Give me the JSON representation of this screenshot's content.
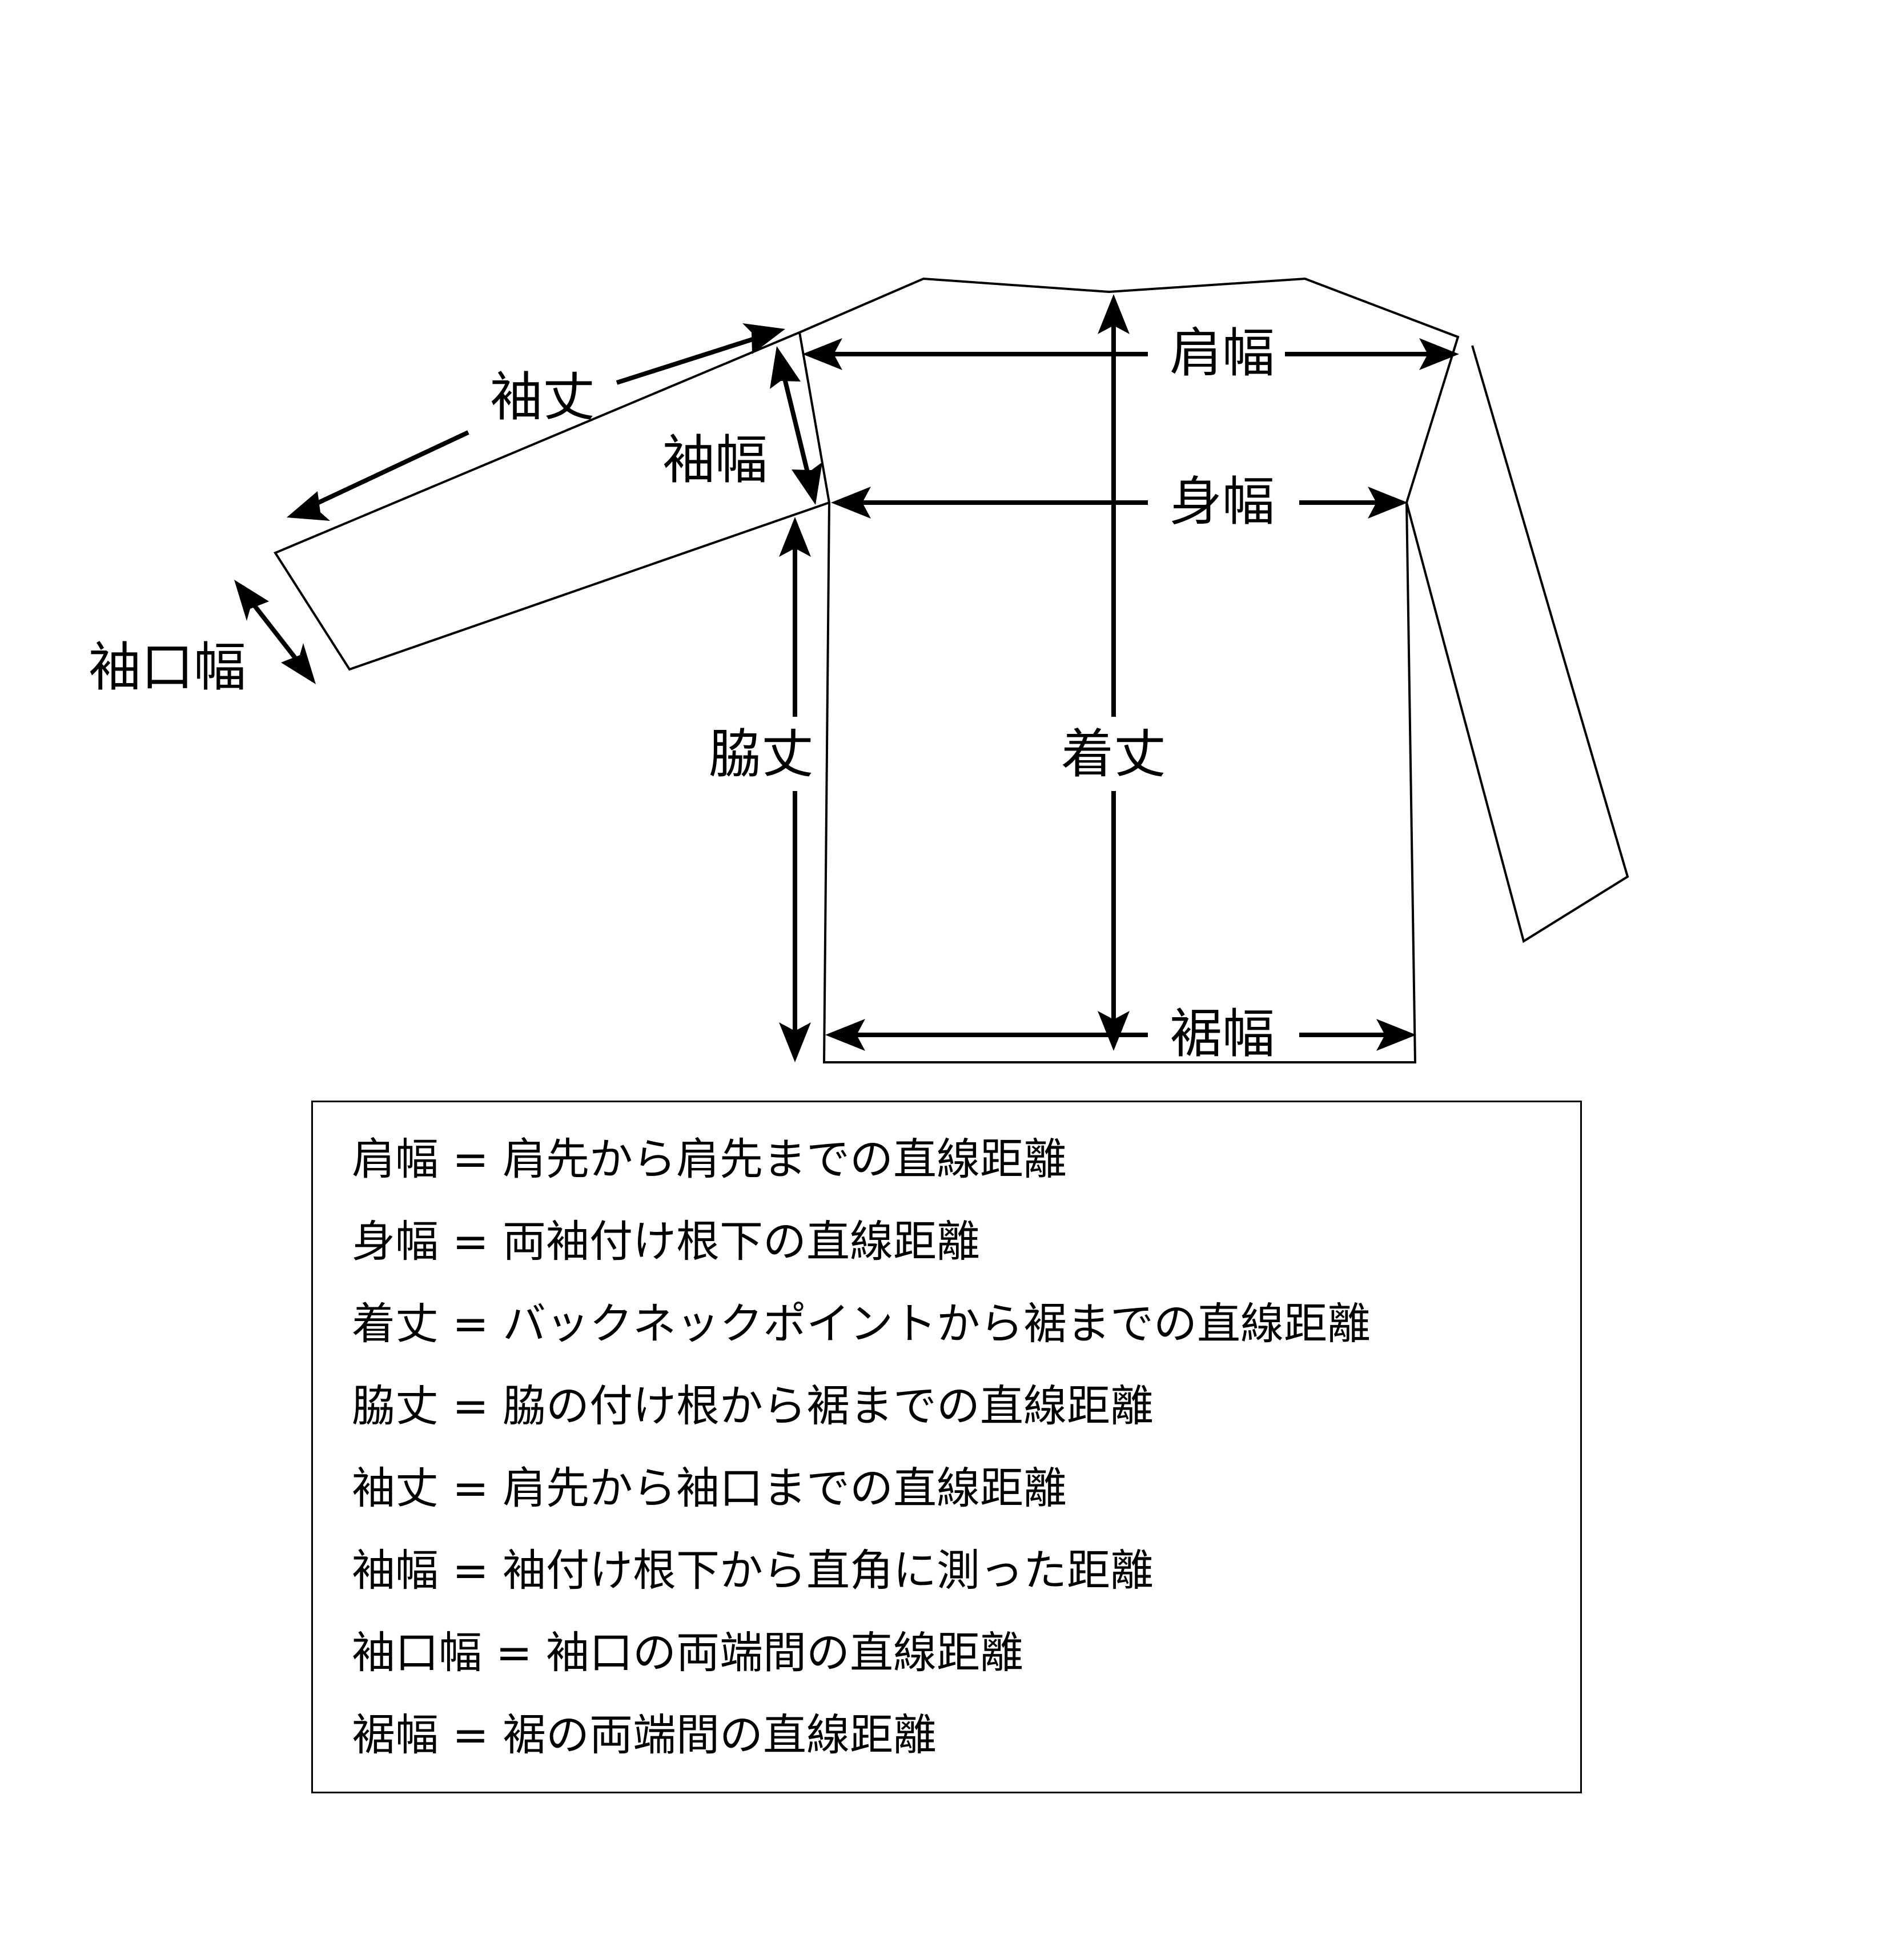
{
  "colors": {
    "line": "#000000",
    "background": "#ffffff"
  },
  "labels": {
    "shoulder_width": "肩幅",
    "body_width": "身幅",
    "total_length": "着丈",
    "side_length": "脇丈",
    "sleeve_length": "袖丈",
    "sleeve_width": "袖幅",
    "cuff_width": "袖口幅",
    "hem_width": "裾幅"
  },
  "legend": [
    {
      "text": "肩幅 = 肩先から肩先までの直線距離"
    },
    {
      "text": "身幅 = 両袖付け根下の直線距離"
    },
    {
      "text": "着丈 = バックネックポイントから裾までの直線距離"
    },
    {
      "text": "脇丈 = 脇の付け根から裾までの直線距離"
    },
    {
      "text": "袖丈 = 肩先から袖口までの直線距離"
    },
    {
      "text": "袖幅 = 袖付け根下から直角に測った距離"
    },
    {
      "text": "袖口幅 = 袖口の両端間の直線距離"
    },
    {
      "text": "裾幅 = 裾の両端間の直線距離"
    }
  ]
}
